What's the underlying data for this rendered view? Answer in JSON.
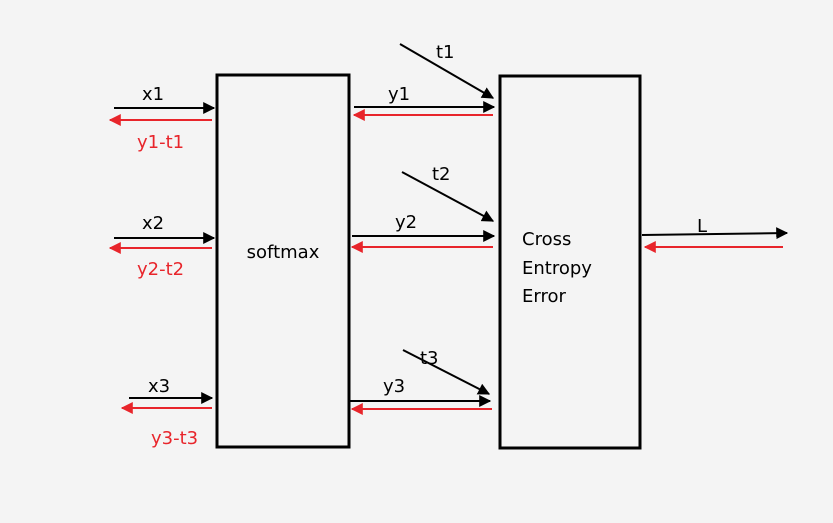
{
  "diagram": {
    "nodes": {
      "softmax": {
        "label": "softmax"
      },
      "cross_entropy": {
        "label_lines": [
          "Cross",
          "Entropy",
          "Error"
        ]
      }
    },
    "inputs": [
      {
        "forward": "x1",
        "backward": "y1-t1"
      },
      {
        "forward": "x2",
        "backward": "y2-t2"
      },
      {
        "forward": "x3",
        "backward": "y3-t3"
      }
    ],
    "middle": [
      {
        "forward": "y1",
        "teacher": "t1"
      },
      {
        "forward": "y2",
        "teacher": "t2"
      },
      {
        "forward": "y3",
        "teacher": "t3"
      }
    ],
    "output": {
      "forward": "L"
    },
    "colors": {
      "forward": "#000000",
      "backward": "#e8252b"
    }
  }
}
